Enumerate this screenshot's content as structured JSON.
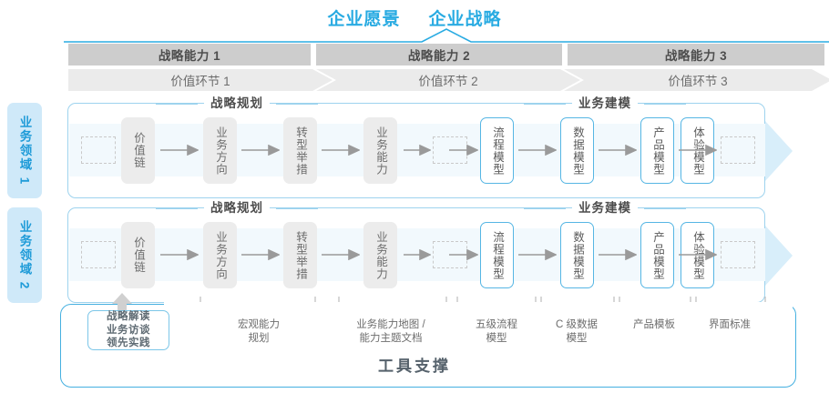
{
  "header": {
    "title_vision": "企业愿景",
    "title_strategy": "企业战略",
    "capabilities": [
      {
        "label": "战略能力 1"
      },
      {
        "label": "战略能力 2"
      },
      {
        "label": "战略能力 3"
      }
    ],
    "value_segments": [
      {
        "label": "价值环节 1"
      },
      {
        "label": "价值环节 2"
      },
      {
        "label": "价值环节 3"
      }
    ]
  },
  "side_tabs": [
    {
      "label": "业务领域 1"
    },
    {
      "label": "业务领域 2"
    }
  ],
  "sections": {
    "left_caption": "战略规划",
    "right_caption": "业务建模"
  },
  "row": {
    "boxes": [
      {
        "label": "价值链",
        "style": "gray"
      },
      {
        "label": "业务方向",
        "style": "gray"
      },
      {
        "label": "转型举措",
        "style": "gray"
      },
      {
        "label": "业务能力",
        "style": "gray"
      },
      {
        "label": "流程模型",
        "style": "blue"
      },
      {
        "label": "数据模型",
        "style": "blue"
      },
      {
        "label": "产品模型",
        "style": "blue"
      },
      {
        "label": "体验模型",
        "style": "blue"
      }
    ]
  },
  "tool_box": {
    "line1": "战略解读",
    "line2": "业务访谈",
    "line3": "领先实践"
  },
  "bottom_labels": [
    {
      "line1": "宏观能力",
      "line2": "规划"
    },
    {
      "line1": "业务能力地图 /",
      "line2": "能力主题文档"
    },
    {
      "line1": "五级流程",
      "line2": "模型"
    },
    {
      "line1": "C 级数据",
      "line2": "模型"
    },
    {
      "line1": "产品模板",
      "line2": ""
    },
    {
      "line1": "界面标准",
      "line2": ""
    }
  ],
  "footer": {
    "tool_support": "工具支撑"
  },
  "colors": {
    "accent_blue": "#29abe2",
    "border_blue": "#9ed3ee",
    "bar_dark": "#cdcdcd",
    "bar_light": "#ebebeb",
    "box_gray": "#ececec",
    "box_blue_border": "#56b6e4",
    "band": "#f2f9fd",
    "side_tab": "#cfe9f9"
  }
}
